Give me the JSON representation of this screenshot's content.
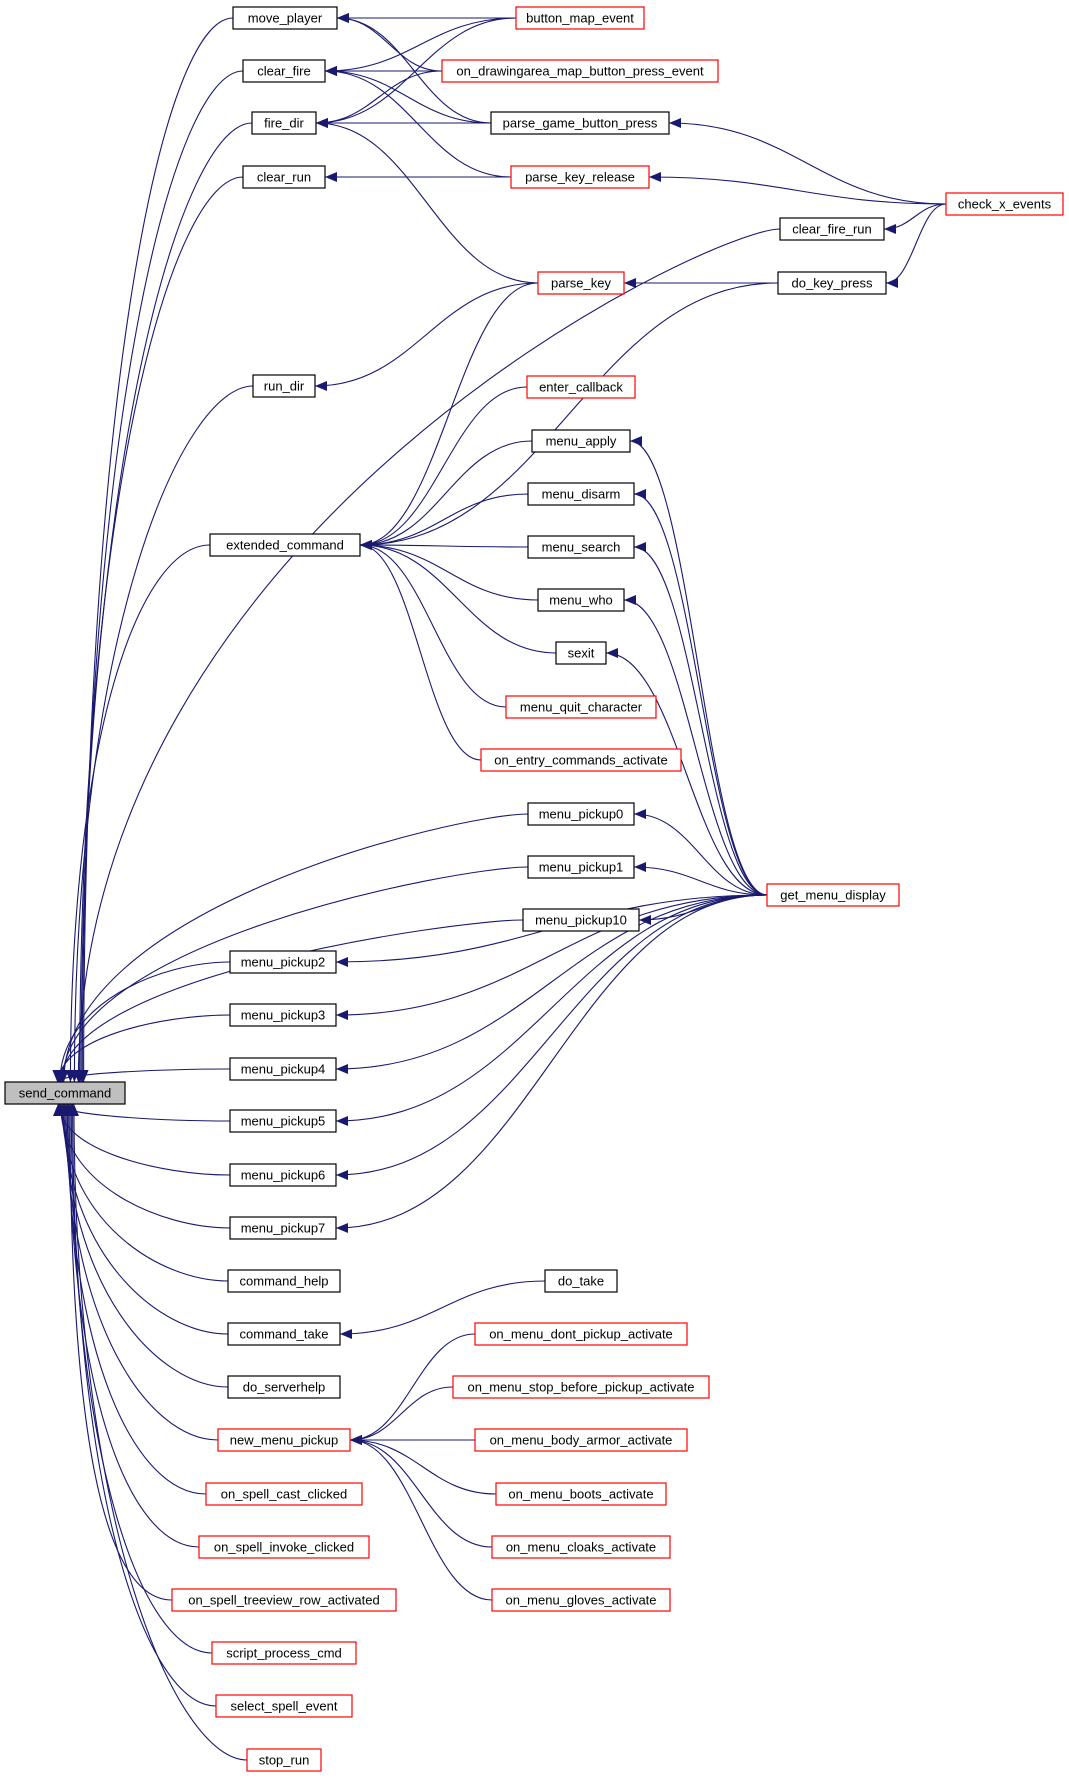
{
  "colors": {
    "edge": "#191970",
    "focus_fill": "#bfbfbf",
    "focus_border": "#000000",
    "normal_border": "#000000",
    "external_border": "#ff0000",
    "background": "#ffffff"
  },
  "nodes": [
    {
      "id": "send_command",
      "label": "send_command",
      "style": "focus"
    },
    {
      "id": "move_player",
      "label": "move_player",
      "style": "normal"
    },
    {
      "id": "clear_fire",
      "label": "clear_fire",
      "style": "normal"
    },
    {
      "id": "fire_dir",
      "label": "fire_dir",
      "style": "normal"
    },
    {
      "id": "clear_run",
      "label": "clear_run",
      "style": "normal"
    },
    {
      "id": "run_dir",
      "label": "run_dir",
      "style": "normal"
    },
    {
      "id": "extended_command",
      "label": "extended_command",
      "style": "normal"
    },
    {
      "id": "menu_pickup2",
      "label": "menu_pickup2",
      "style": "normal"
    },
    {
      "id": "menu_pickup3",
      "label": "menu_pickup3",
      "style": "normal"
    },
    {
      "id": "menu_pickup4",
      "label": "menu_pickup4",
      "style": "normal"
    },
    {
      "id": "menu_pickup5",
      "label": "menu_pickup5",
      "style": "normal"
    },
    {
      "id": "menu_pickup6",
      "label": "menu_pickup6",
      "style": "normal"
    },
    {
      "id": "menu_pickup7",
      "label": "menu_pickup7",
      "style": "normal"
    },
    {
      "id": "command_help",
      "label": "command_help",
      "style": "normal"
    },
    {
      "id": "command_take",
      "label": "command_take",
      "style": "normal"
    },
    {
      "id": "do_serverhelp",
      "label": "do_serverhelp",
      "style": "normal"
    },
    {
      "id": "new_menu_pickup",
      "label": "new_menu_pickup",
      "style": "external"
    },
    {
      "id": "on_spell_cast_clicked",
      "label": "on_spell_cast_clicked",
      "style": "external"
    },
    {
      "id": "on_spell_invoke_clicked",
      "label": "on_spell_invoke_clicked",
      "style": "external"
    },
    {
      "id": "on_spell_treeview_row_activated",
      "label": "on_spell_treeview_row_activated",
      "style": "external"
    },
    {
      "id": "script_process_cmd",
      "label": "script_process_cmd",
      "style": "external"
    },
    {
      "id": "select_spell_event",
      "label": "select_spell_event",
      "style": "external"
    },
    {
      "id": "stop_run",
      "label": "stop_run",
      "style": "external"
    },
    {
      "id": "button_map_event",
      "label": "button_map_event",
      "style": "external"
    },
    {
      "id": "on_drawingarea_map_button_press_event",
      "label": "on_drawingarea_map_button_press_event",
      "style": "external"
    },
    {
      "id": "parse_game_button_press",
      "label": "parse_game_button_press",
      "style": "normal"
    },
    {
      "id": "parse_key_release",
      "label": "parse_key_release",
      "style": "external"
    },
    {
      "id": "clear_fire_run",
      "label": "clear_fire_run",
      "style": "normal"
    },
    {
      "id": "parse_key",
      "label": "parse_key",
      "style": "external"
    },
    {
      "id": "do_key_press",
      "label": "do_key_press",
      "style": "normal"
    },
    {
      "id": "check_x_events",
      "label": "check_x_events",
      "style": "external"
    },
    {
      "id": "enter_callback",
      "label": "enter_callback",
      "style": "external"
    },
    {
      "id": "menu_apply",
      "label": "menu_apply",
      "style": "normal"
    },
    {
      "id": "menu_disarm",
      "label": "menu_disarm",
      "style": "normal"
    },
    {
      "id": "menu_search",
      "label": "menu_search",
      "style": "normal"
    },
    {
      "id": "menu_who",
      "label": "menu_who",
      "style": "normal"
    },
    {
      "id": "sexit",
      "label": "sexit",
      "style": "normal"
    },
    {
      "id": "menu_quit_character",
      "label": "menu_quit_character",
      "style": "external"
    },
    {
      "id": "on_entry_commands_activate",
      "label": "on_entry_commands_activate",
      "style": "external"
    },
    {
      "id": "menu_pickup0",
      "label": "menu_pickup0",
      "style": "normal"
    },
    {
      "id": "menu_pickup1",
      "label": "menu_pickup1",
      "style": "normal"
    },
    {
      "id": "menu_pickup10",
      "label": "menu_pickup10",
      "style": "normal"
    },
    {
      "id": "get_menu_display",
      "label": "get_menu_display",
      "style": "external"
    },
    {
      "id": "do_take",
      "label": "do_take",
      "style": "normal"
    },
    {
      "id": "on_menu_dont_pickup_activate",
      "label": "on_menu_dont_pickup_activate",
      "style": "external"
    },
    {
      "id": "on_menu_stop_before_pickup_activate",
      "label": "on_menu_stop_before_pickup_activate",
      "style": "external"
    },
    {
      "id": "on_menu_body_armor_activate",
      "label": "on_menu_body_armor_activate",
      "style": "external"
    },
    {
      "id": "on_menu_boots_activate",
      "label": "on_menu_boots_activate",
      "style": "external"
    },
    {
      "id": "on_menu_cloaks_activate",
      "label": "on_menu_cloaks_activate",
      "style": "external"
    },
    {
      "id": "on_menu_gloves_activate",
      "label": "on_menu_gloves_activate",
      "style": "external"
    }
  ],
  "edges": [
    {
      "from": "move_player",
      "to": "send_command"
    },
    {
      "from": "clear_fire",
      "to": "send_command"
    },
    {
      "from": "fire_dir",
      "to": "send_command"
    },
    {
      "from": "clear_run",
      "to": "send_command"
    },
    {
      "from": "clear_fire_run",
      "to": "send_command"
    },
    {
      "from": "run_dir",
      "to": "send_command"
    },
    {
      "from": "extended_command",
      "to": "send_command"
    },
    {
      "from": "menu_pickup0",
      "to": "send_command"
    },
    {
      "from": "menu_pickup1",
      "to": "send_command"
    },
    {
      "from": "menu_pickup10",
      "to": "send_command"
    },
    {
      "from": "menu_pickup2",
      "to": "send_command"
    },
    {
      "from": "menu_pickup3",
      "to": "send_command"
    },
    {
      "from": "menu_pickup4",
      "to": "send_command"
    },
    {
      "from": "menu_pickup5",
      "to": "send_command"
    },
    {
      "from": "menu_pickup6",
      "to": "send_command"
    },
    {
      "from": "menu_pickup7",
      "to": "send_command"
    },
    {
      "from": "command_help",
      "to": "send_command"
    },
    {
      "from": "command_take",
      "to": "send_command"
    },
    {
      "from": "do_serverhelp",
      "to": "send_command"
    },
    {
      "from": "new_menu_pickup",
      "to": "send_command"
    },
    {
      "from": "on_spell_cast_clicked",
      "to": "send_command"
    },
    {
      "from": "on_spell_invoke_clicked",
      "to": "send_command"
    },
    {
      "from": "on_spell_treeview_row_activated",
      "to": "send_command"
    },
    {
      "from": "script_process_cmd",
      "to": "send_command"
    },
    {
      "from": "select_spell_event",
      "to": "send_command"
    },
    {
      "from": "stop_run",
      "to": "send_command"
    },
    {
      "from": "button_map_event",
      "to": "move_player"
    },
    {
      "from": "on_drawingarea_map_button_press_event",
      "to": "move_player"
    },
    {
      "from": "parse_game_button_press",
      "to": "move_player"
    },
    {
      "from": "button_map_event",
      "to": "clear_fire"
    },
    {
      "from": "on_drawingarea_map_button_press_event",
      "to": "clear_fire"
    },
    {
      "from": "parse_game_button_press",
      "to": "clear_fire"
    },
    {
      "from": "parse_key_release",
      "to": "clear_fire"
    },
    {
      "from": "button_map_event",
      "to": "fire_dir"
    },
    {
      "from": "on_drawingarea_map_button_press_event",
      "to": "fire_dir"
    },
    {
      "from": "parse_game_button_press",
      "to": "fire_dir"
    },
    {
      "from": "parse_key",
      "to": "fire_dir"
    },
    {
      "from": "parse_key_release",
      "to": "clear_run"
    },
    {
      "from": "parse_key",
      "to": "run_dir"
    },
    {
      "from": "parse_key",
      "to": "extended_command"
    },
    {
      "from": "do_key_press",
      "to": "extended_command"
    },
    {
      "from": "enter_callback",
      "to": "extended_command"
    },
    {
      "from": "menu_apply",
      "to": "extended_command"
    },
    {
      "from": "menu_disarm",
      "to": "extended_command"
    },
    {
      "from": "menu_search",
      "to": "extended_command"
    },
    {
      "from": "menu_who",
      "to": "extended_command"
    },
    {
      "from": "sexit",
      "to": "extended_command"
    },
    {
      "from": "menu_quit_character",
      "to": "extended_command"
    },
    {
      "from": "on_entry_commands_activate",
      "to": "extended_command"
    },
    {
      "from": "check_x_events",
      "to": "parse_game_button_press"
    },
    {
      "from": "check_x_events",
      "to": "parse_key_release"
    },
    {
      "from": "check_x_events",
      "to": "clear_fire_run"
    },
    {
      "from": "check_x_events",
      "to": "do_key_press"
    },
    {
      "from": "do_key_press",
      "to": "parse_key"
    },
    {
      "from": "get_menu_display",
      "to": "menu_apply"
    },
    {
      "from": "get_menu_display",
      "to": "menu_disarm"
    },
    {
      "from": "get_menu_display",
      "to": "menu_search"
    },
    {
      "from": "get_menu_display",
      "to": "menu_who"
    },
    {
      "from": "get_menu_display",
      "to": "sexit"
    },
    {
      "from": "get_menu_display",
      "to": "menu_pickup0"
    },
    {
      "from": "get_menu_display",
      "to": "menu_pickup1"
    },
    {
      "from": "get_menu_display",
      "to": "menu_pickup10"
    },
    {
      "from": "get_menu_display",
      "to": "menu_pickup2"
    },
    {
      "from": "get_menu_display",
      "to": "menu_pickup3"
    },
    {
      "from": "get_menu_display",
      "to": "menu_pickup4"
    },
    {
      "from": "get_menu_display",
      "to": "menu_pickup5"
    },
    {
      "from": "get_menu_display",
      "to": "menu_pickup6"
    },
    {
      "from": "get_menu_display",
      "to": "menu_pickup7"
    },
    {
      "from": "do_take",
      "to": "command_take"
    },
    {
      "from": "on_menu_dont_pickup_activate",
      "to": "new_menu_pickup"
    },
    {
      "from": "on_menu_stop_before_pickup_activate",
      "to": "new_menu_pickup"
    },
    {
      "from": "on_menu_body_armor_activate",
      "to": "new_menu_pickup"
    },
    {
      "from": "on_menu_boots_activate",
      "to": "new_menu_pickup"
    },
    {
      "from": "on_menu_cloaks_activate",
      "to": "new_menu_pickup"
    },
    {
      "from": "on_menu_gloves_activate",
      "to": "new_menu_pickup"
    }
  ]
}
